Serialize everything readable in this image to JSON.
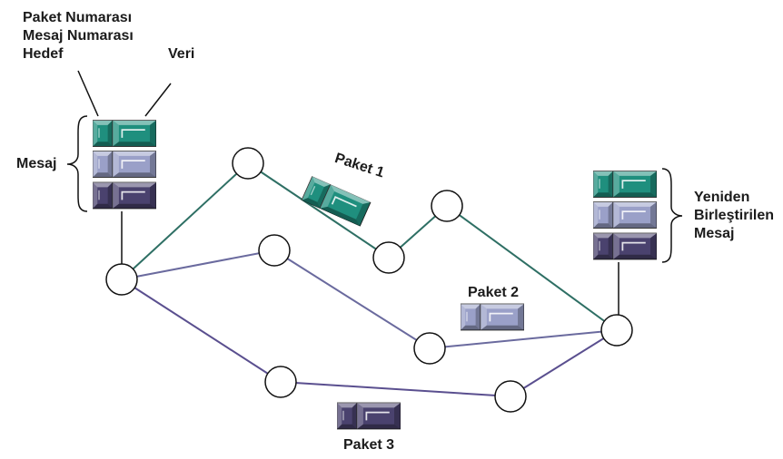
{
  "labels": {
    "header_lines": [
      "Paket Numarası",
      "Mesaj Numarası",
      "Hedef"
    ],
    "data": "Veri",
    "message": "Mesaj",
    "packet1": "Paket 1",
    "packet2": "Paket 2",
    "packet3": "Paket 3",
    "reassembled_lines": [
      "Yeniden",
      "Birleştirilen",
      "Mesaj"
    ]
  },
  "colors": {
    "packet1": "#1f8f7e",
    "packet2": "#9aa0c8",
    "packet3": "#4a426e",
    "packet1_edge": "#2e6f64",
    "packet2_edge": "#6a6a9e",
    "packet3_edge": "#5a4f8f",
    "node_fill": "#ffffff",
    "node_stroke": "#111111",
    "text": "#1b1b1b"
  },
  "icons": {
    "message_block": "stacked-bevel-blocks-icon",
    "network_node": "circle-node-icon"
  }
}
